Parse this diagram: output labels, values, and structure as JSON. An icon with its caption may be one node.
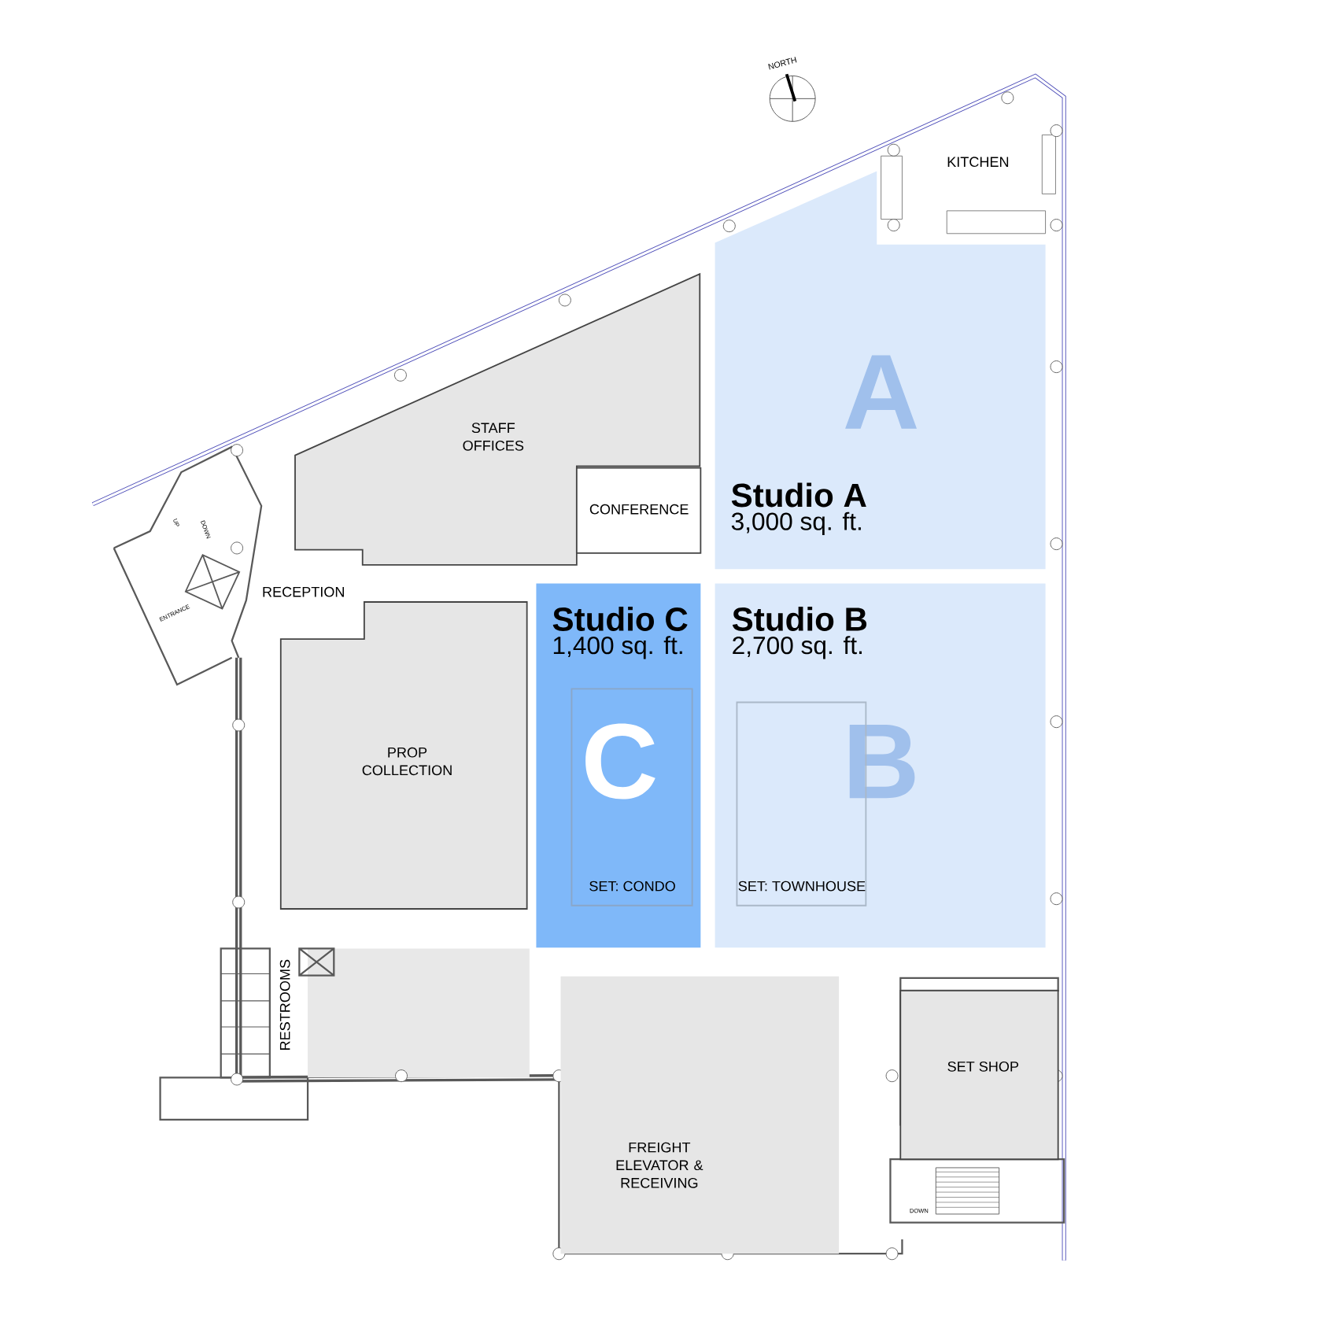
{
  "diagram": {
    "nodes": [
      {
        "text": [
          "STAFF OFFICES"
        ]
      },
      {
        "text": [
          "CONFERENCE"
        ]
      },
      {
        "text": [
          "A",
          "Studio A",
          "3,000 sq. ft."
        ]
      },
      {
        "text": [
          "PROP COLLECTION"
        ]
      },
      {
        "text": [
          "Studio C",
          "1,400 sq. ft."
        ]
      },
      {
        "text": [
          "C",
          "SET: CONDO"
        ],
        "in": 4
      },
      {
        "text": [
          "Studio B",
          "2,700 sq. ft.",
          "B"
        ]
      },
      {
        "text": [
          "SET: TOWNHOUSE"
        ],
        "in": 6
      },
      {
        "text": [
          "FREIGHT ELEVATOR & RECEIVING"
        ]
      },
      {
        "text": [
          "SET SHOP"
        ]
      }
    ],
    "labels": [
      "NORTH",
      "KITCHEN",
      "UP",
      "DOWN",
      "RECEPTION",
      "ENTRANCE",
      "RESTROOMS",
      "DOWN"
    ]
  }
}
